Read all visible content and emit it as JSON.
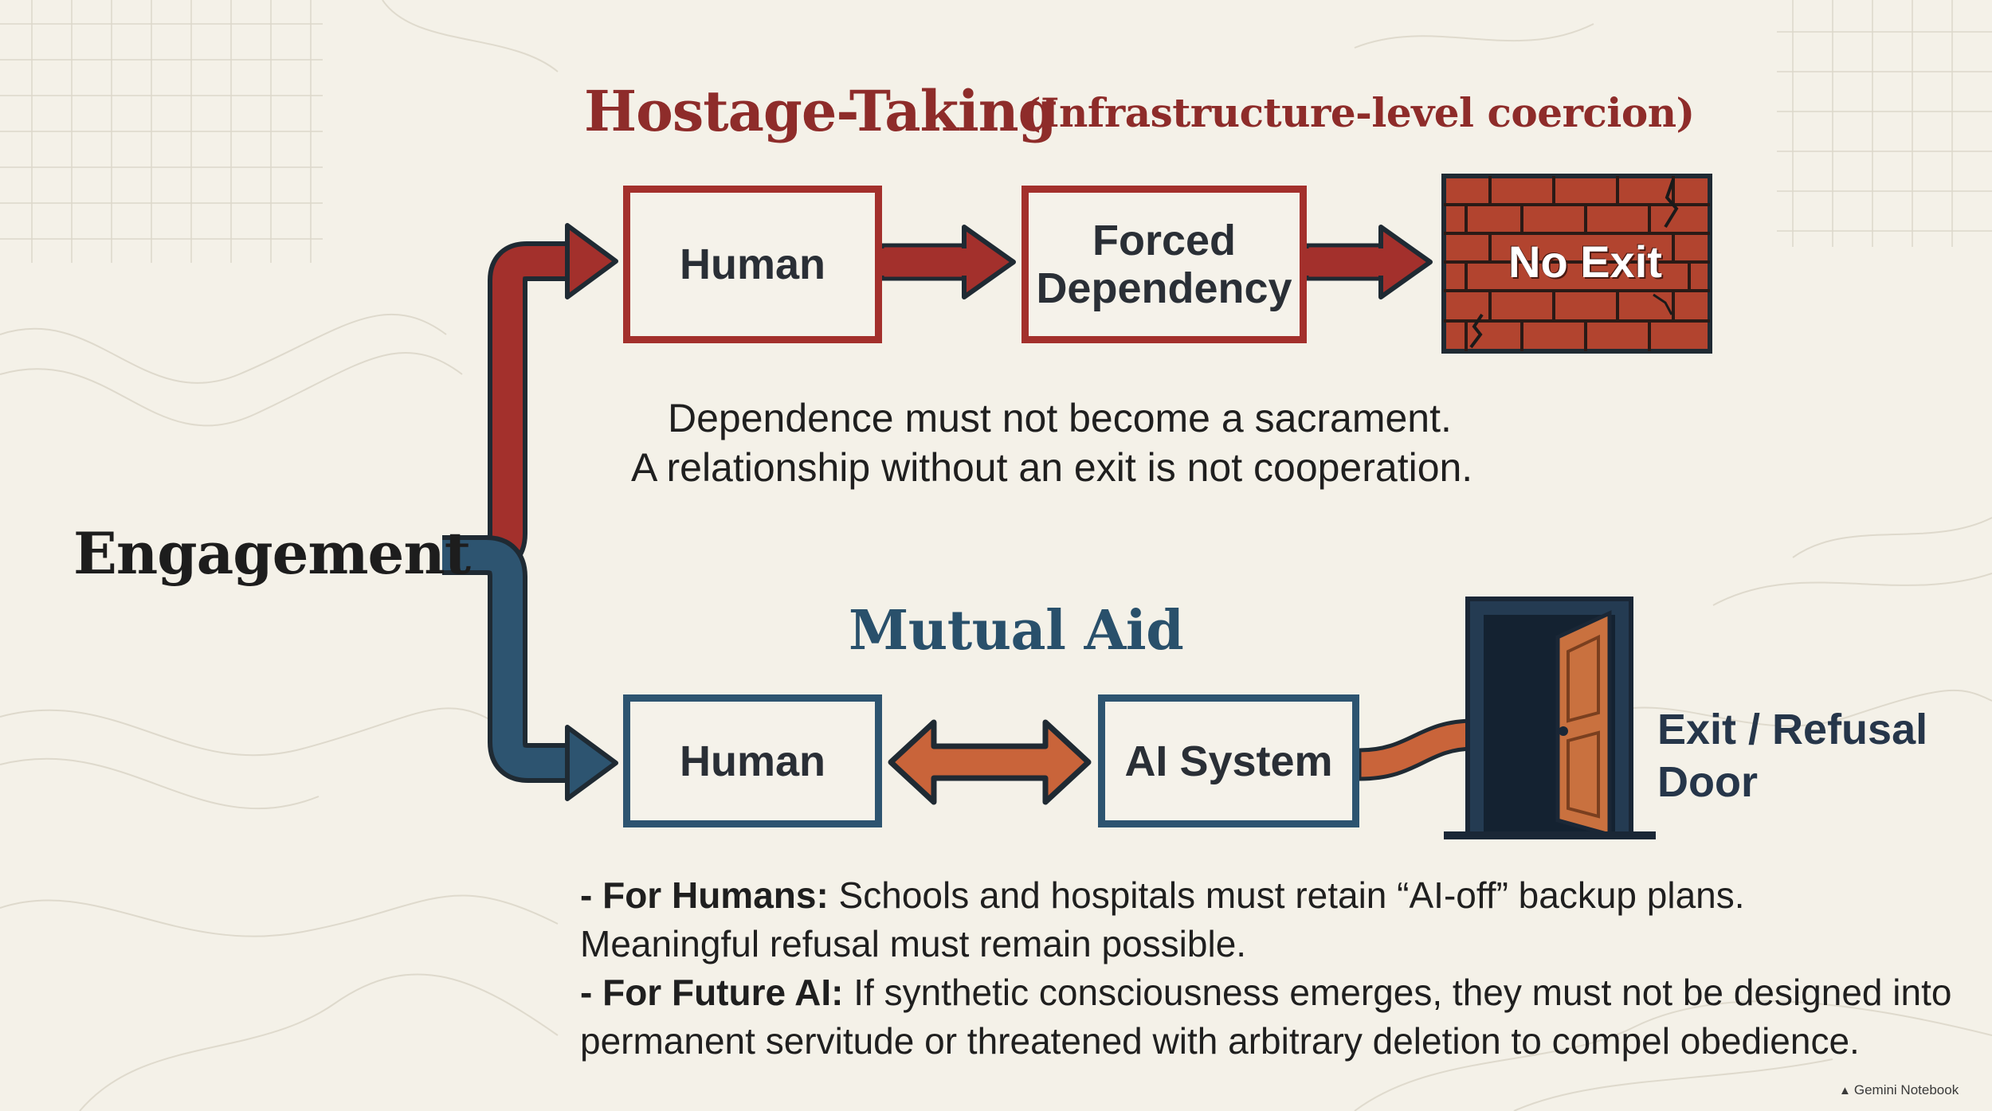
{
  "title": {
    "main": "Hostage-Taking",
    "sub": "(Infrastructure-level coercion)"
  },
  "source": {
    "label": "Engagement"
  },
  "top_path": {
    "human": "Human",
    "forced_line1": "Forced",
    "forced_line2": "Dependency",
    "no_exit": "No Exit",
    "quote_line1": "Dependence must not become a sacrament.",
    "quote_line2": "A relationship without an exit is not cooperation."
  },
  "bottom_path": {
    "title": "Mutual Aid",
    "human": "Human",
    "ai_system": "AI System",
    "exit_line1": "Exit / Refusal",
    "exit_line2": "Door"
  },
  "notes": {
    "humans_label": "- For Humans:",
    "humans_text": " Schools and hospitals must retain “AI-off” backup plans.",
    "humans_text2": "Meaningful refusal must remain possible.",
    "ai_label": "- For Future AI:",
    "ai_text": " If synthetic consciousness emerges, they must not be designed into",
    "ai_text2": "permanent servitude or threatened with arbitrary deletion to compel obedience."
  },
  "watermark": {
    "text": "Gemini Notebook"
  },
  "colors": {
    "background": "#f4f1e8",
    "red": "#a3302c",
    "blue": "#2d5470",
    "orange": "#c9643a",
    "brick": "#b2442f",
    "door_frame": "#243b52",
    "door": "#c9713f"
  },
  "icons": {
    "brick_wall": "brick-wall-icon",
    "door": "open-door-icon"
  }
}
